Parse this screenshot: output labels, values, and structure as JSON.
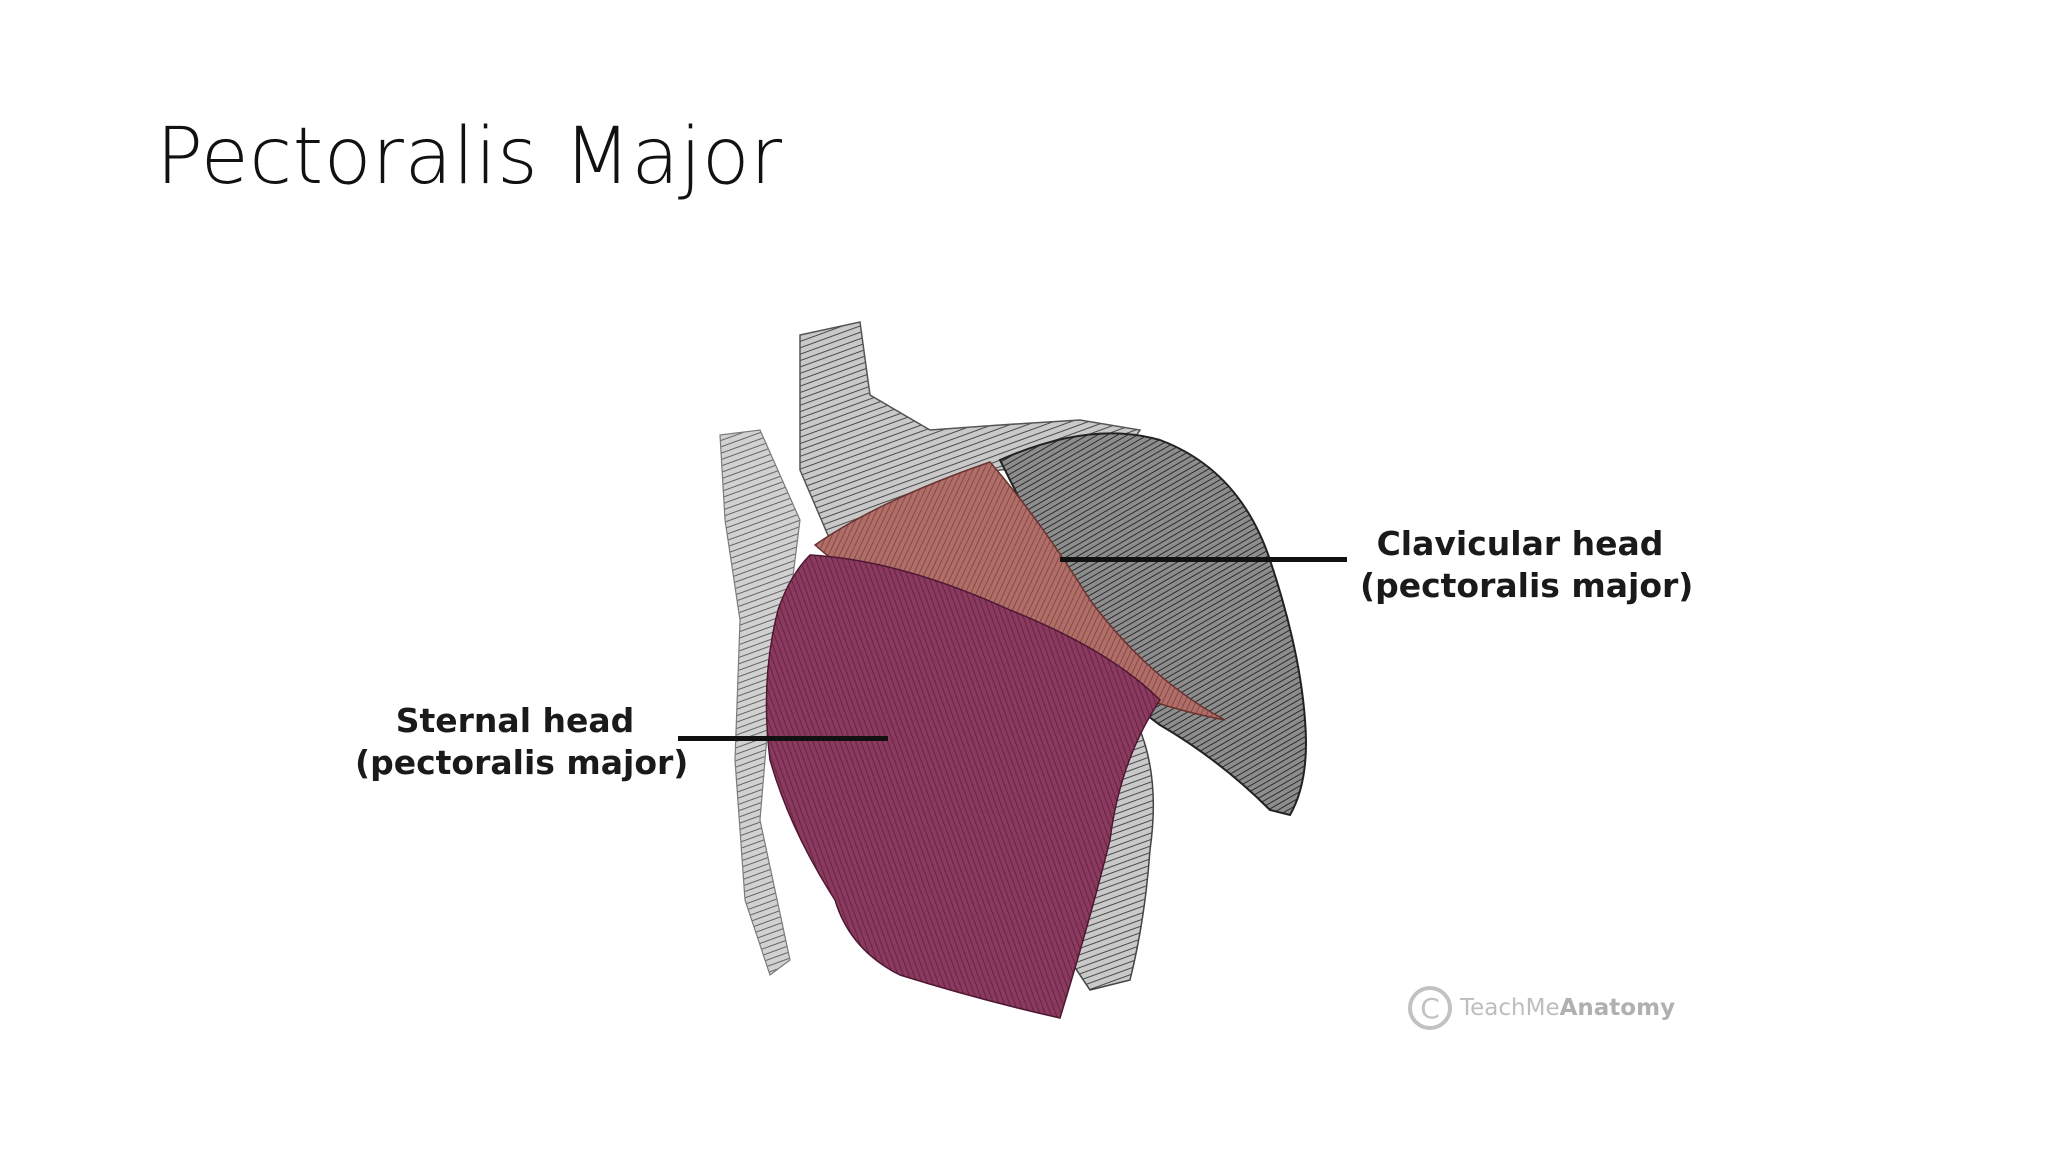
{
  "slide": {
    "title": "Pectoralis Major"
  },
  "diagram": {
    "labels": {
      "clavicular_line1": "Clavicular head",
      "clavicular_line2": "(pectoralis major)",
      "sternal_line1": "Sternal head",
      "sternal_line2": "(pectoralis major)"
    },
    "watermark": {
      "symbol": "C",
      "text_light": "TeachMe",
      "text_bold": "Anatomy"
    },
    "colors": {
      "sternal_head": "#7a2a4f",
      "clavicular_head": "#a05a55",
      "deltoid": "#6d6d6d",
      "background": "#ffffff"
    }
  }
}
